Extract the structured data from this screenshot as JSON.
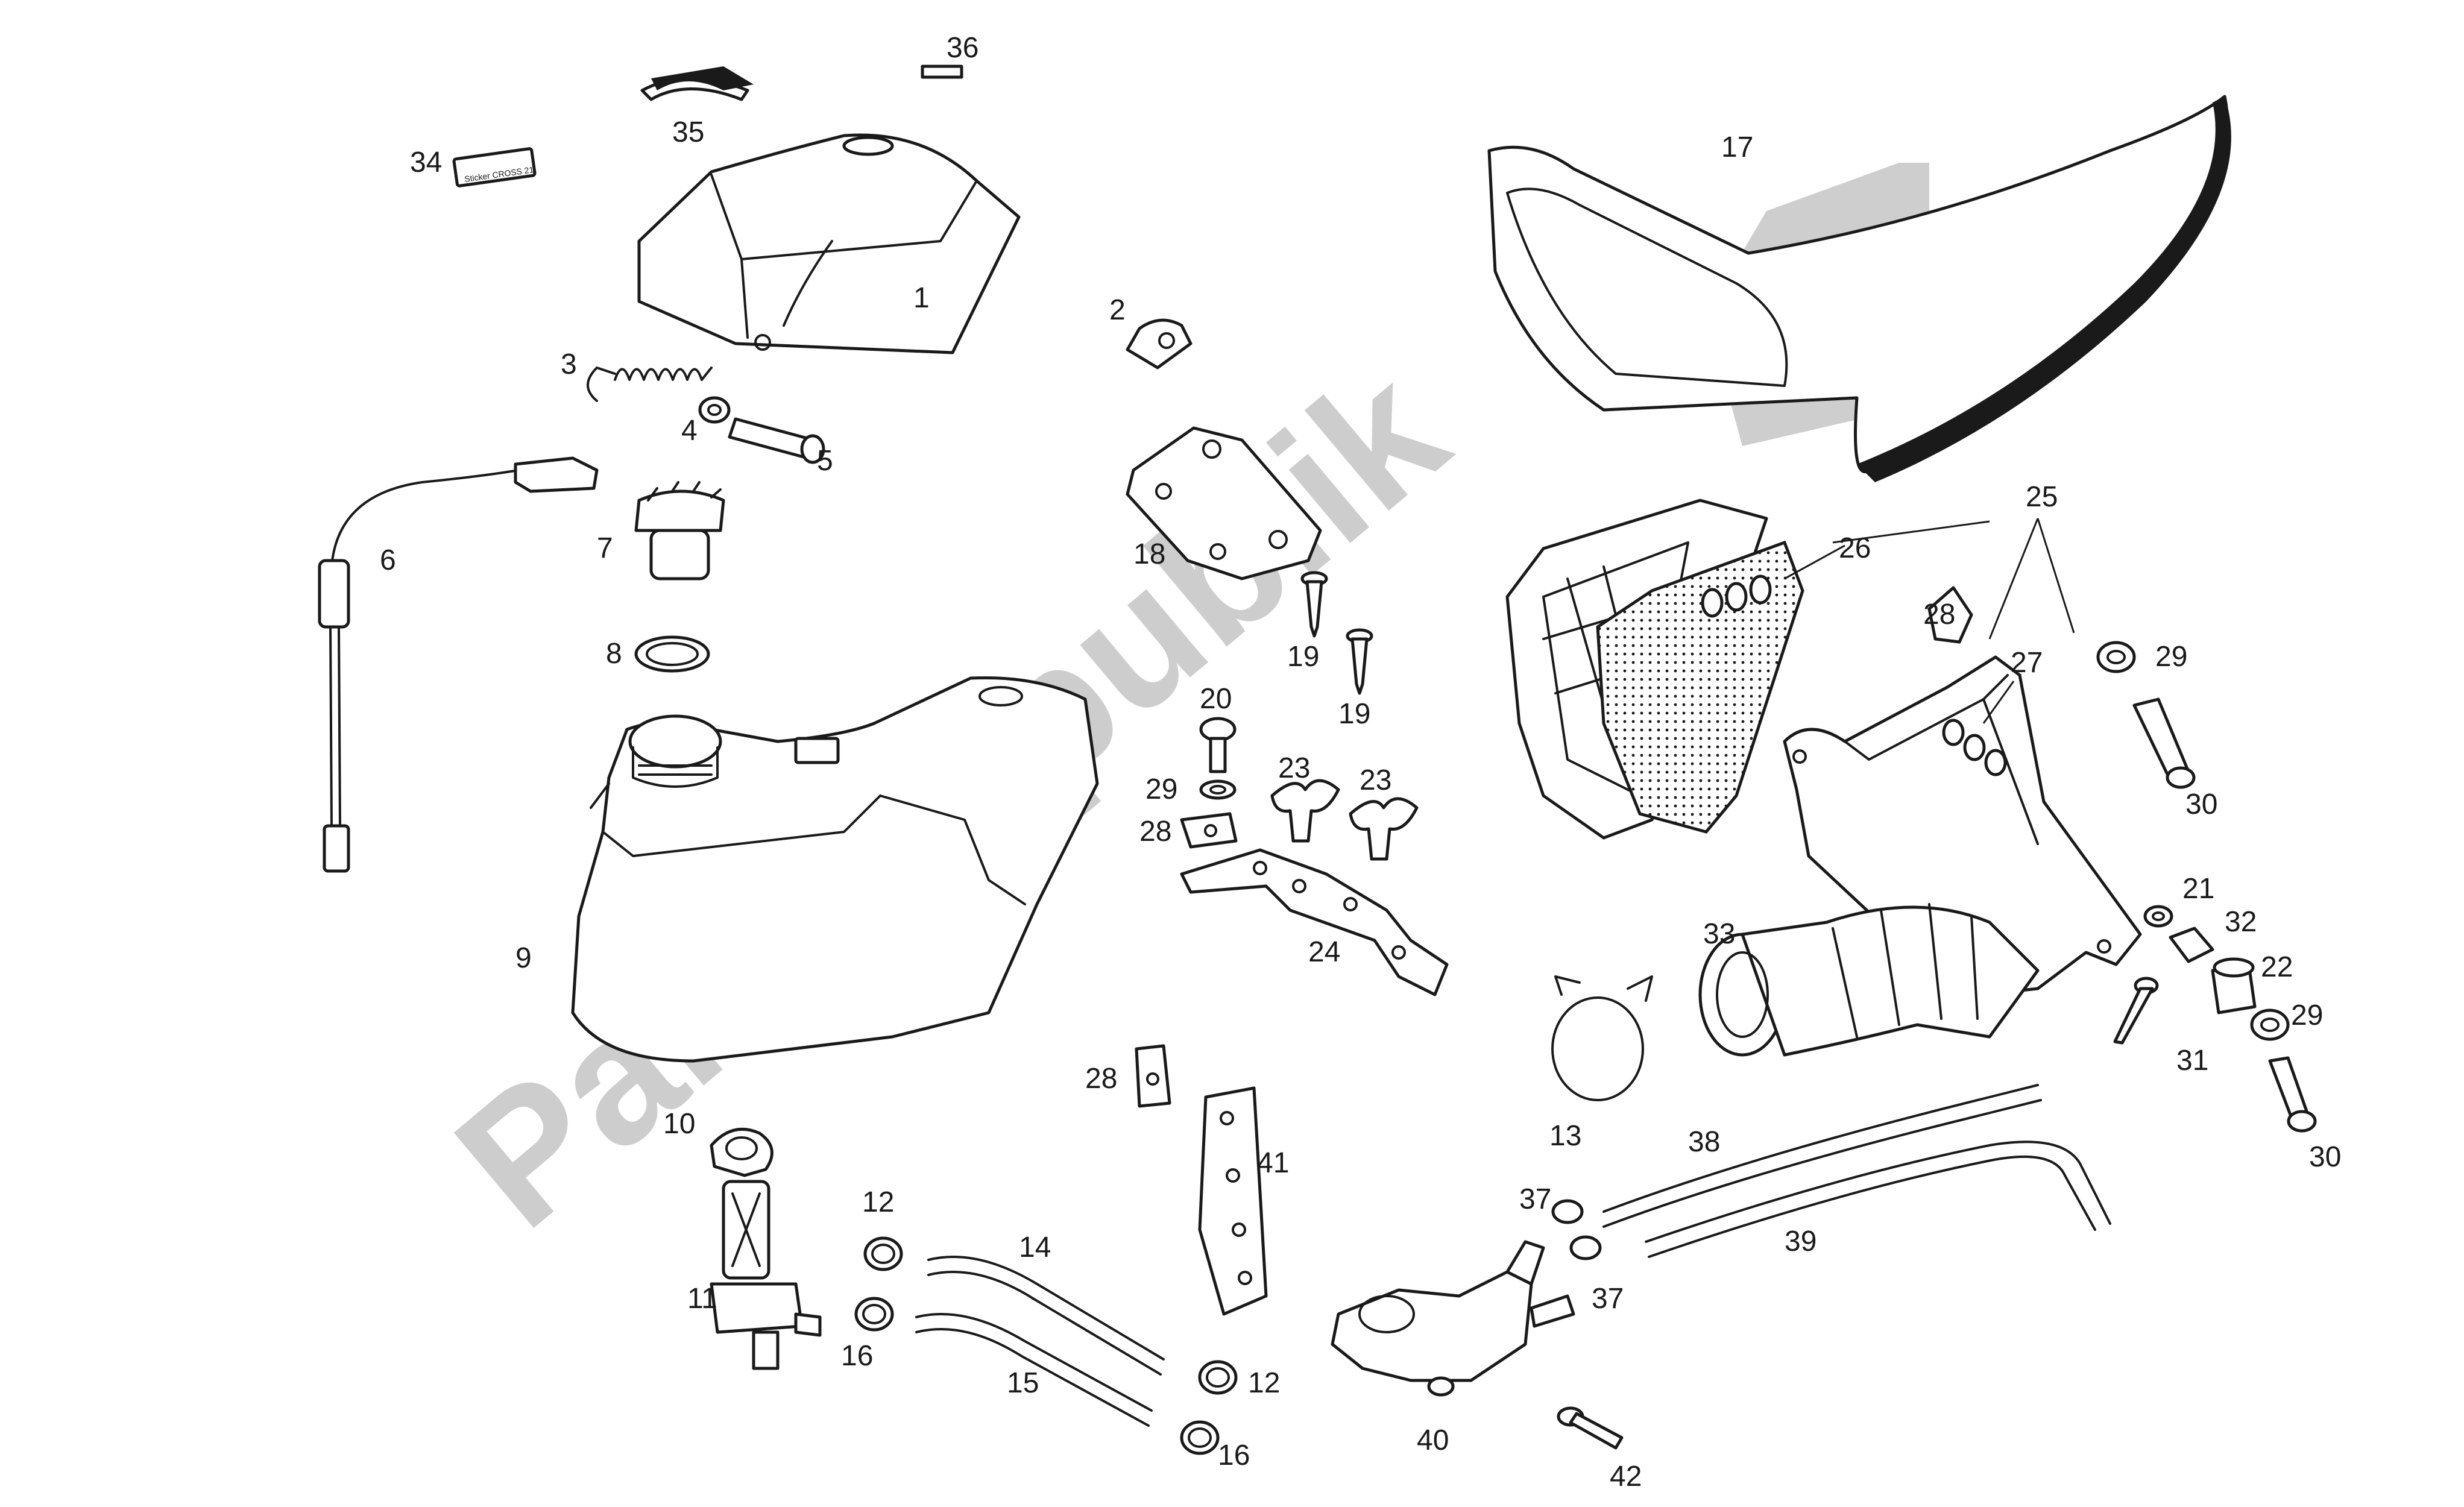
{
  "watermark": {
    "text": "PartsRepublik",
    "color": "#bdbdbd"
  },
  "labels": [
    "1",
    "2",
    "3",
    "4",
    "5",
    "6",
    "7",
    "8",
    "9",
    "10",
    "11",
    "12",
    "12",
    "13",
    "14",
    "15",
    "16",
    "16",
    "17",
    "18",
    "19",
    "19",
    "20",
    "21",
    "22",
    "23",
    "23",
    "24",
    "25",
    "26",
    "27",
    "28",
    "28",
    "28",
    "29",
    "29",
    "29",
    "30",
    "30",
    "31",
    "32",
    "33",
    "34",
    "35",
    "36",
    "37",
    "37",
    "38",
    "39",
    "40",
    "41",
    "42"
  ],
  "decals": {
    "item_34_text": "Sticker CROSS 21",
    "item_36_text": ""
  }
}
